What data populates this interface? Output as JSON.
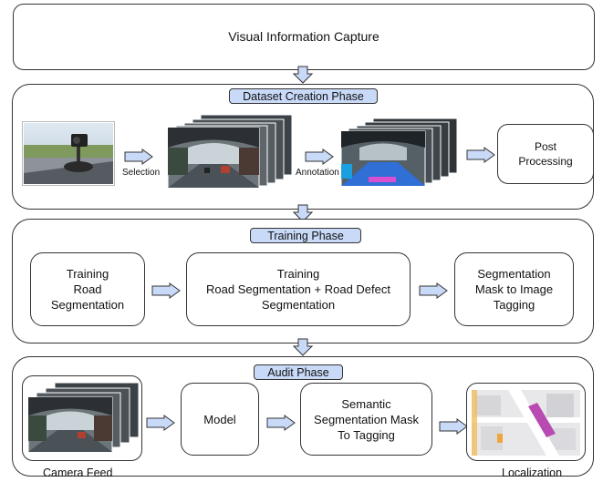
{
  "capture": {
    "title": "Visual Information Capture"
  },
  "dataset": {
    "label": "Dataset Creation Phase",
    "selection_caption": "Selection",
    "annotation_caption": "Annotation",
    "post_processing": "Post\nProcessing"
  },
  "training": {
    "label": "Training Phase",
    "road_segmentation": "Training\nRoad\nSegmentation",
    "road_defect": "Training\nRoad Segmentation + Road Defect\nSegmentation",
    "mask_tagging": "Segmentation\nMask to Image\nTagging"
  },
  "audit": {
    "label": "Audit Phase",
    "camera_feed_caption": "Camera Feed",
    "model": "Model",
    "semantic_tagging": "Semantic\nSegmentation Mask\nTo Tagging",
    "localization_caption": "Localization"
  },
  "colors": {
    "phase_label_fill": "#c9daf8",
    "arrow_fill": "#c9daf8",
    "border": "#333333"
  }
}
